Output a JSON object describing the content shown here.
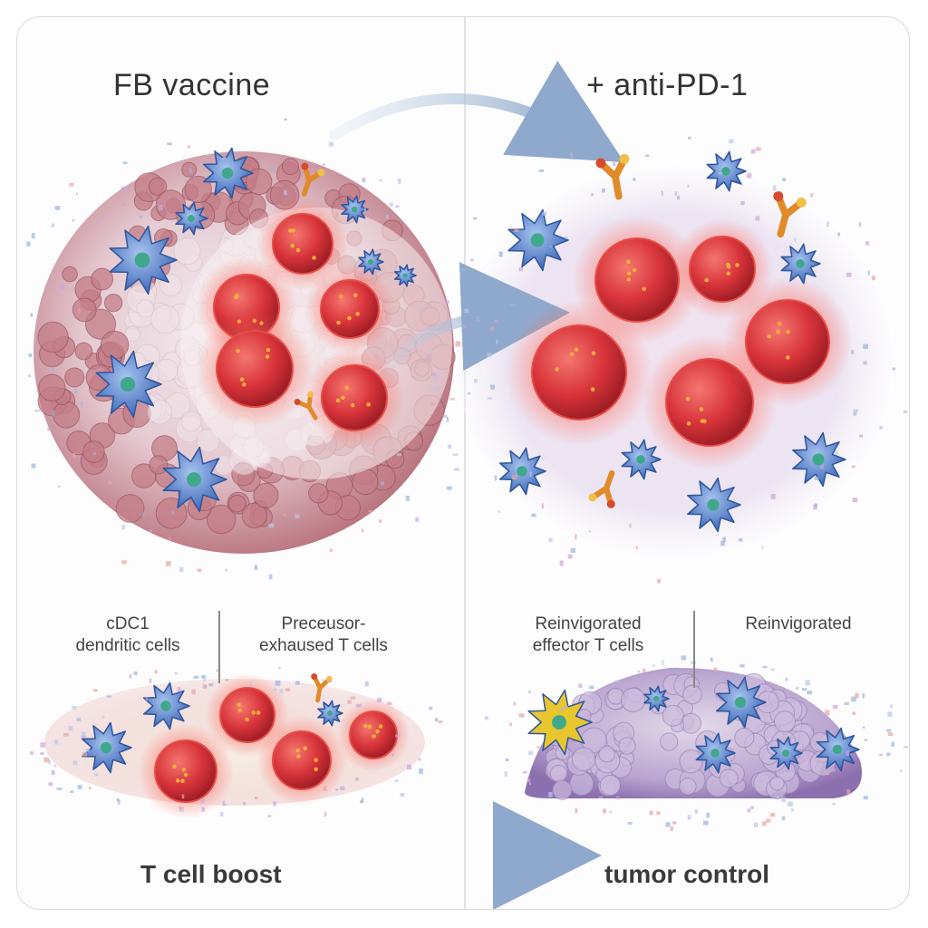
{
  "panels": {
    "left_title": "FB vaccine",
    "right_title": "+ anti-PD-1"
  },
  "labels": {
    "cdc1_line1": "cDC1",
    "cdc1_line2": "dendritic cells",
    "precursor_line1": "Preceusor-",
    "precursor_line2": "exhaused T cells",
    "effector_line1": "Reinvigorated",
    "effector_line2": "effector T cells",
    "reinvigorated": "Reinvigorated"
  },
  "footer": {
    "left": "T cell boost",
    "right": "tumor control"
  },
  "colors": {
    "t_cell": "#d8343a",
    "dendritic": "#4a78c8",
    "antibody": "#e08a2a",
    "arrow": "#8fa9cc",
    "tumor_mass": "#c98a92",
    "tumor_purple": "#a68ac0"
  }
}
